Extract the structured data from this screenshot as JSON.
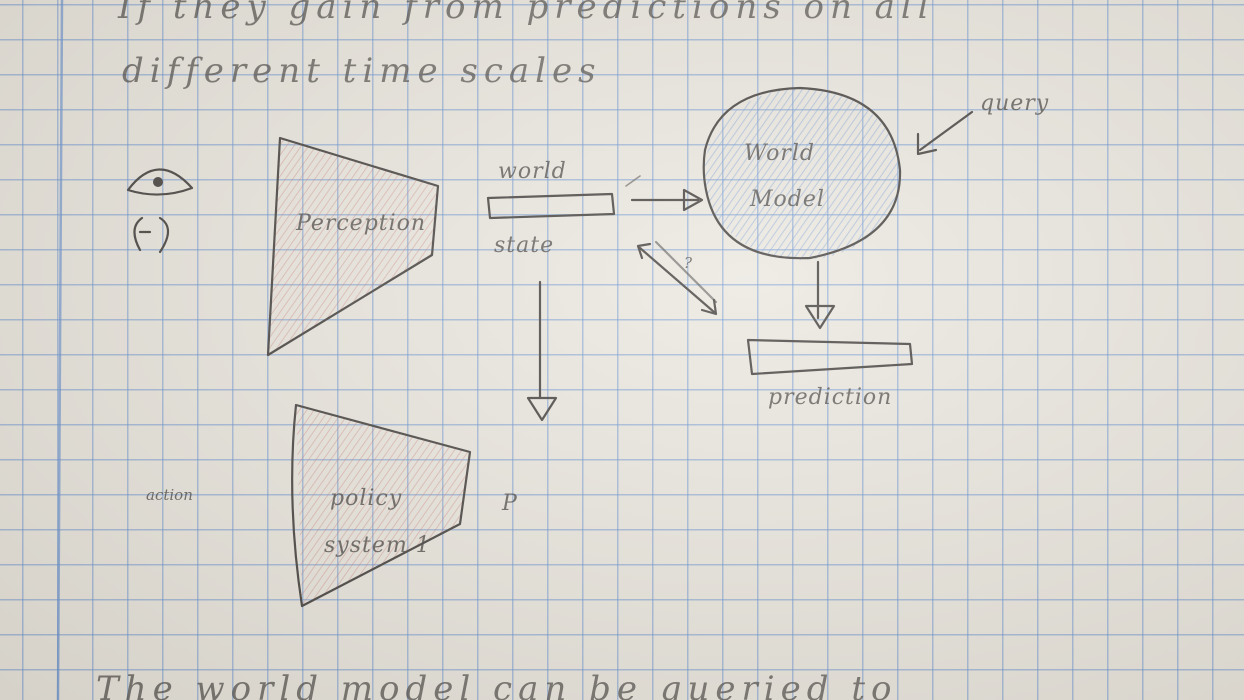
{
  "notes": {
    "top_line_1": "If they gain from predictions on all",
    "top_line_2": "different time scales",
    "bottom_line": "The world model can be queried to"
  },
  "diagram": {
    "eye_symbol": "eye",
    "ear_symbol": "ear",
    "perception_label": "Perception",
    "world_state_top": "world",
    "world_state_bottom": "state",
    "world_model_line_1": "World",
    "world_model_line_2": "Model",
    "query_label": "query",
    "prediction_label": "prediction",
    "policy_line_1": "policy",
    "policy_line_2": "system 1",
    "action_label": "action",
    "p_label": "P",
    "question_mark": "?"
  },
  "colors": {
    "paper": "#ebe8e0",
    "grid": "#6e96d2",
    "pencil": "#4a4744",
    "red_shading": "#c8786e",
    "blue_shading": "#7a9fd6"
  }
}
